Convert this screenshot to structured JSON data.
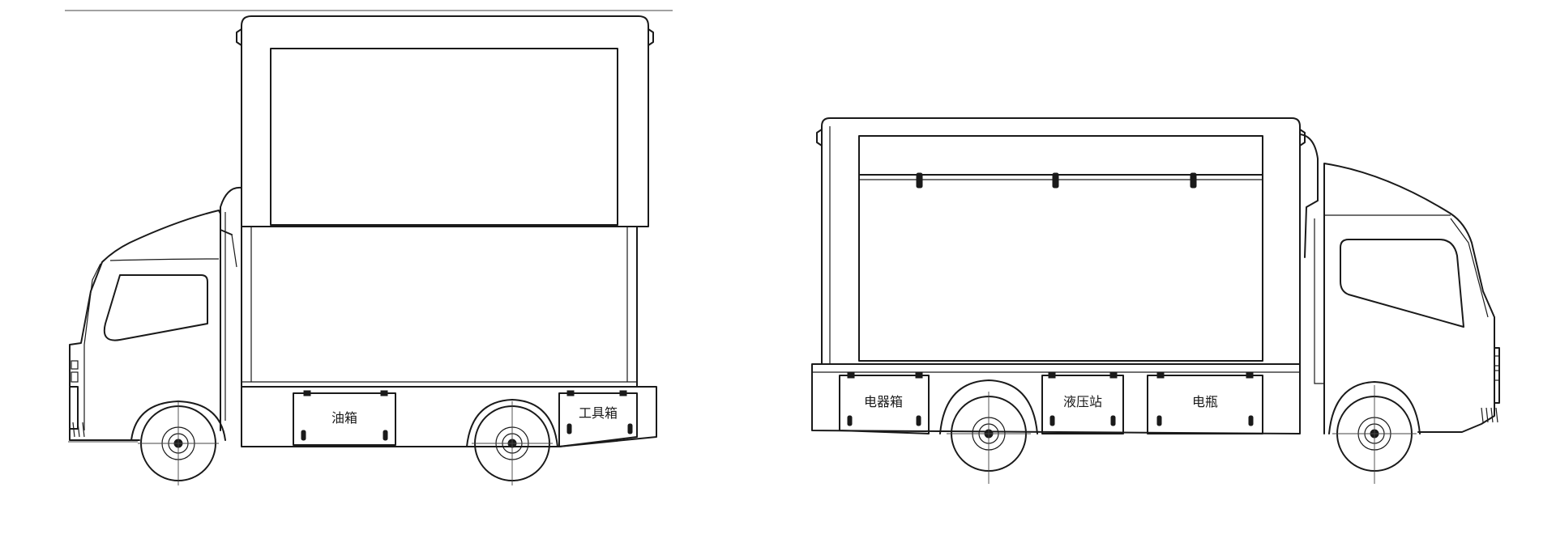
{
  "left_truck": {
    "compartments": [
      {
        "id": "fuel-tank",
        "label": "油箱"
      },
      {
        "id": "toolbox",
        "label": "工具箱"
      }
    ]
  },
  "right_truck": {
    "compartments": [
      {
        "id": "electrical-box",
        "label": "电器箱"
      },
      {
        "id": "hydraulic-station",
        "label": "液压站"
      },
      {
        "id": "battery",
        "label": "电瓶"
      }
    ]
  },
  "colors": {
    "line": "#1a1a1a",
    "background": "#ffffff"
  }
}
